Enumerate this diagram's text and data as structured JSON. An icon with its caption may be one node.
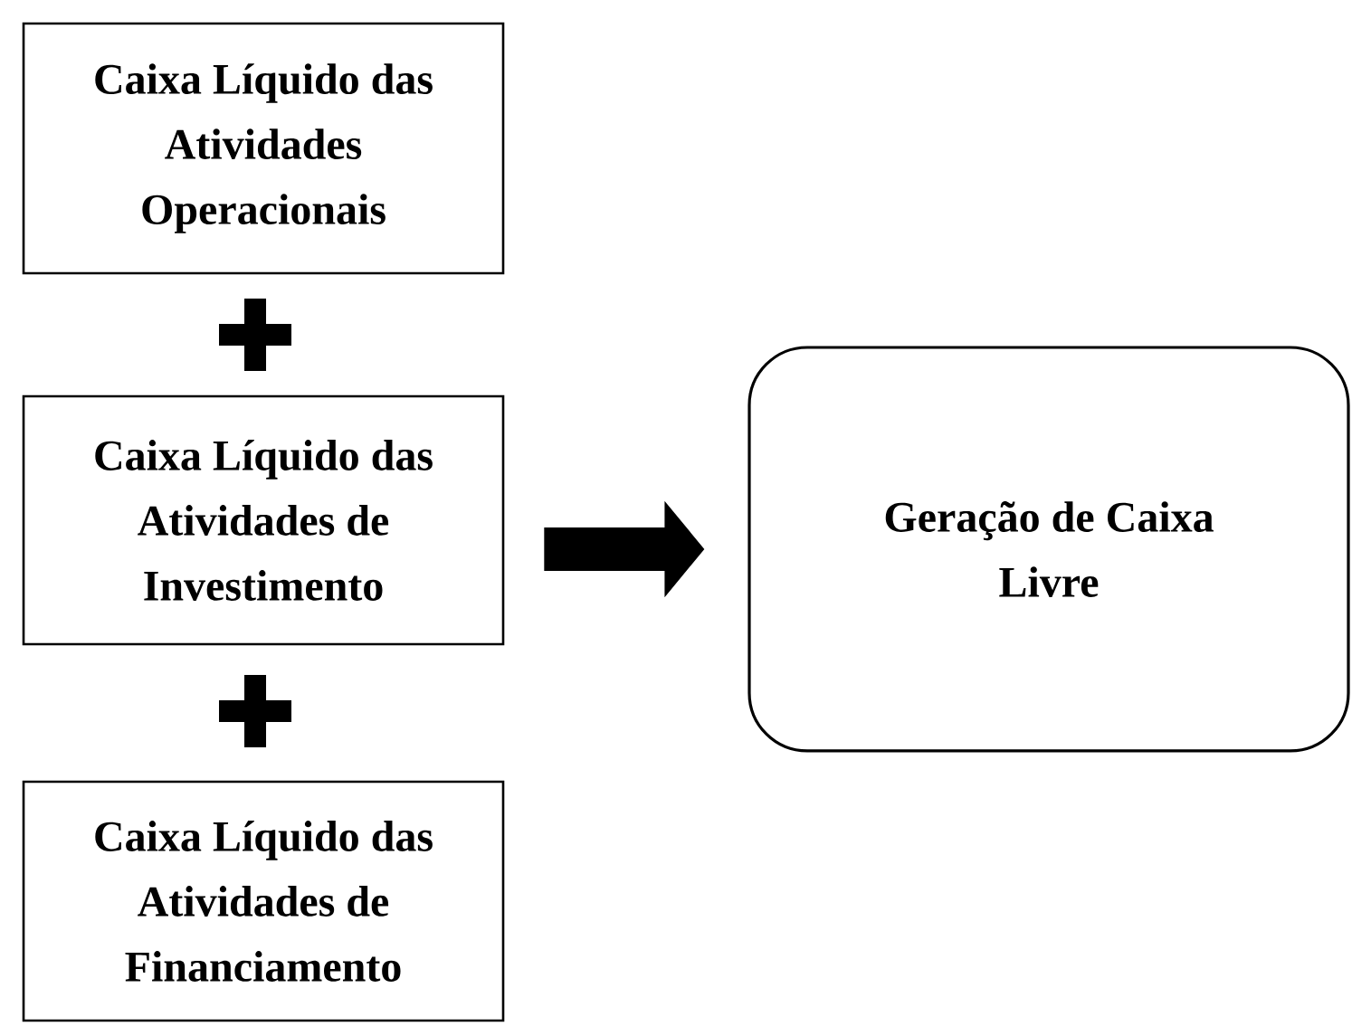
{
  "diagram": {
    "nodes": [
      {
        "text": [
          "Caixa Líquido das Atividades Operacionais"
        ]
      },
      {
        "text": [
          "Caixa Líquido das Atividades de Investimento"
        ]
      },
      {
        "text": [
          "Caixa Líquido das Atividades de Financiamento"
        ]
      },
      {
        "text": [
          "Geração de Caixa Livre"
        ]
      }
    ],
    "edges": [
      {
        "from": 1,
        "to": 3,
        "arrow": "to"
      }
    ]
  }
}
